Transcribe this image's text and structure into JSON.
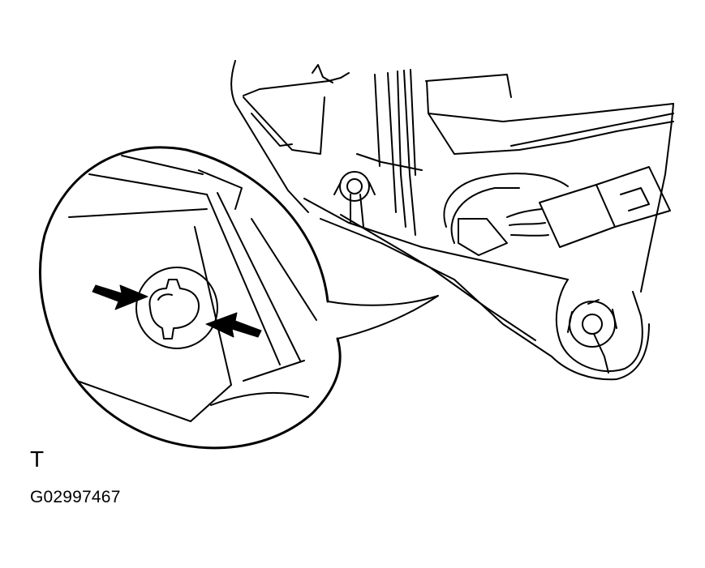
{
  "view_label": "T",
  "figure_id": "G02997467",
  "line_color": "#000000",
  "background_color": "#ffffff",
  "icons": {
    "arrows": "pointer-arrow-icon",
    "detail": "magnified-clip-detail",
    "connector": "wire-connector"
  }
}
